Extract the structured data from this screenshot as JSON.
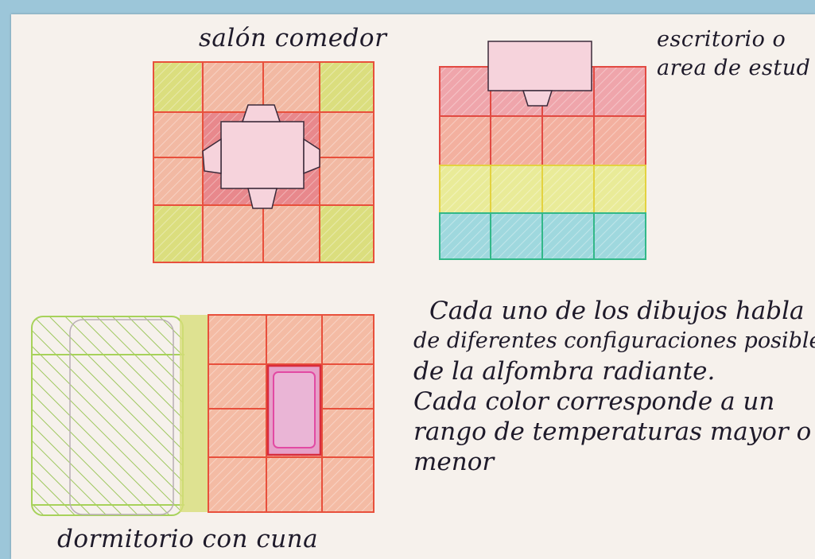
{
  "labels": {
    "living_dining": "salón comedor",
    "study_line1": "escritorio o",
    "study_line2": "area de estud",
    "bedroom": "dormitorio con cuna"
  },
  "description_lines": [
    "Cada uno de los dibujos habla",
    "de diferentes configuraciones posibles",
    "de la alfombra radiante.",
    "Cada color corresponde a un",
    "rango de temperaturas mayor o",
    "menor"
  ],
  "colors": {
    "frame": "#9cc6d9",
    "paper": "#f6f1ec",
    "warm_red": "#e0584c",
    "orange": "#f09a6a",
    "light_salmon": "#f4b6a0",
    "yellow_green": "#d6e06a",
    "lime": "#a8d56a",
    "cyan": "#8fd6e0",
    "magenta": "#e24aa3",
    "ink": "#1e1a2a"
  }
}
